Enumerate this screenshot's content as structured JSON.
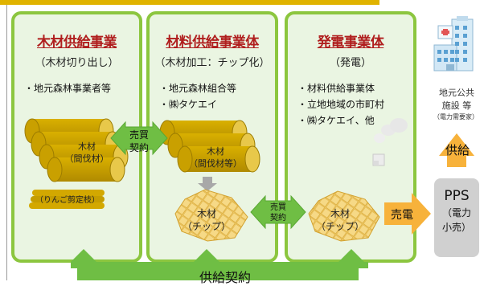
{
  "panels": [
    {
      "title": "木材供給事業",
      "subtitle": "（木材切り出し）",
      "bullets": [
        "地元森林事業者等"
      ],
      "log_label": [
        "木材",
        "（間伐材）"
      ],
      "branch_label": "（りんご剪定枝）"
    },
    {
      "title": "材料供給事業体",
      "subtitle": "（木材加工：チップ化）",
      "bullets": [
        "地元森林組合等",
        "㈱タケエイ"
      ],
      "log_label": [
        "木材",
        "（間伐材等）"
      ],
      "chip_label": [
        "木材",
        "（チップ）"
      ]
    },
    {
      "title": "発電事業体",
      "subtitle": "（発電）",
      "bullets": [
        "材料供給事業体",
        "立地地域の市町村",
        "㈱タケエイ、他"
      ],
      "chip_label": [
        "木材",
        "（チップ）"
      ]
    }
  ],
  "arrows": {
    "contract1": [
      "売買",
      "契約"
    ],
    "contract2": [
      "売買",
      "契約"
    ],
    "sell": "売電",
    "supply": "供給",
    "bottom": "供給契約"
  },
  "public_facility": {
    "name": [
      "地元公共",
      "施設 等"
    ],
    "note": "（電力需要家）"
  },
  "pps": {
    "title": "PPS",
    "lines": [
      "（電力",
      "小売）"
    ]
  },
  "colors": {
    "green_border": "#8cc63f",
    "panel_fill": "#eaf5e2",
    "title_red": "#b01e1e",
    "wood": "#c8a000",
    "chip": "#f2cf6d",
    "arrow_orange": "#f7b23b"
  }
}
